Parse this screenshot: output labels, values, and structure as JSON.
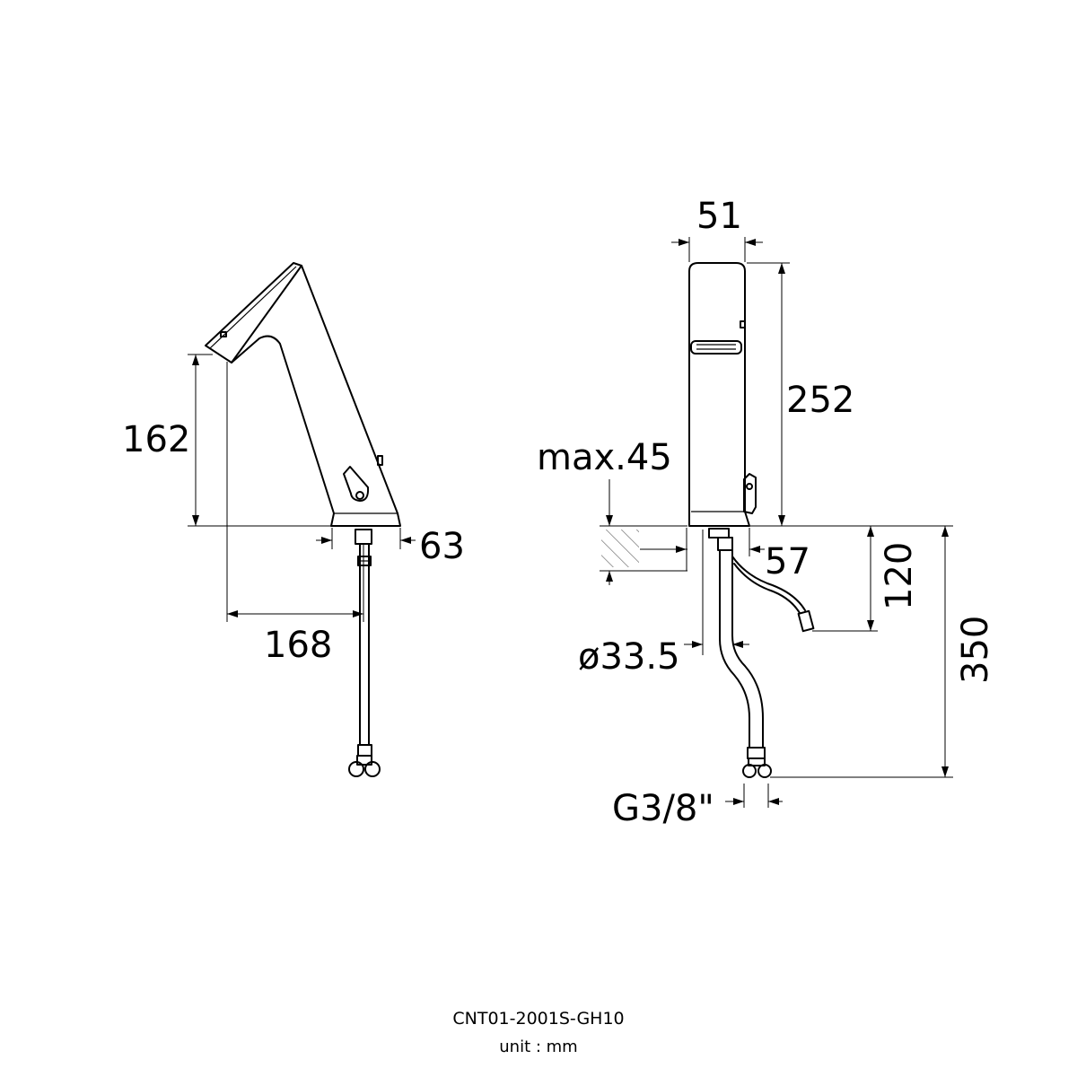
{
  "dimensions": {
    "spout_height": "162",
    "base_offset": "63",
    "spout_reach": "168",
    "body_width": "51",
    "body_height": "252",
    "max_thickness": "max.45",
    "base_diameter": "57",
    "cable_length": "120",
    "hose_length": "350",
    "hole_diameter": "ø33.5",
    "thread": "G3/8\""
  },
  "caption": {
    "model": "CNT01-2001S-GH10",
    "unit": "unit : mm"
  },
  "colors": {
    "line": "#000000",
    "background": "#ffffff"
  }
}
